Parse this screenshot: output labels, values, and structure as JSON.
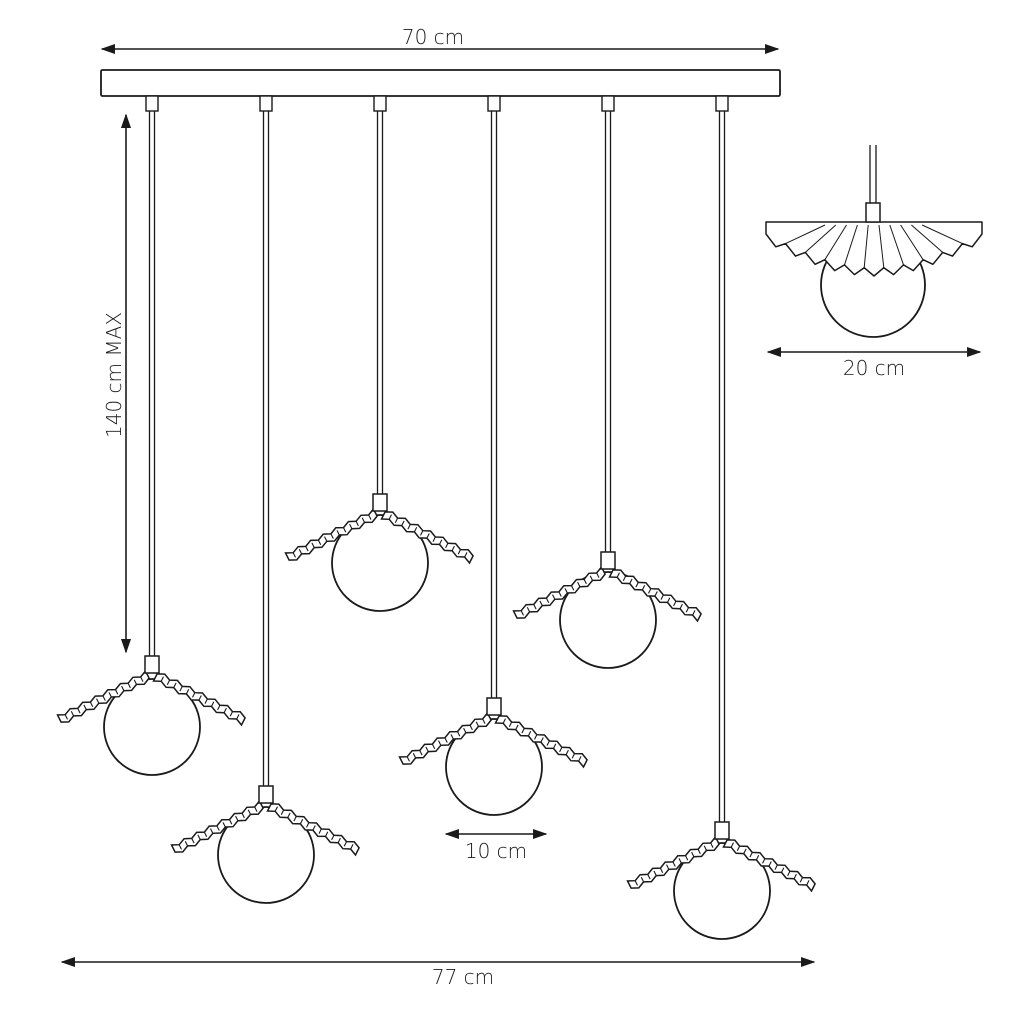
{
  "dimensions": {
    "canopy_width": "70 cm",
    "max_drop": "140 cm MAX",
    "overall_width": "77 cm",
    "globe_diameter": "10 cm",
    "shade_diameter": "20 cm"
  }
}
